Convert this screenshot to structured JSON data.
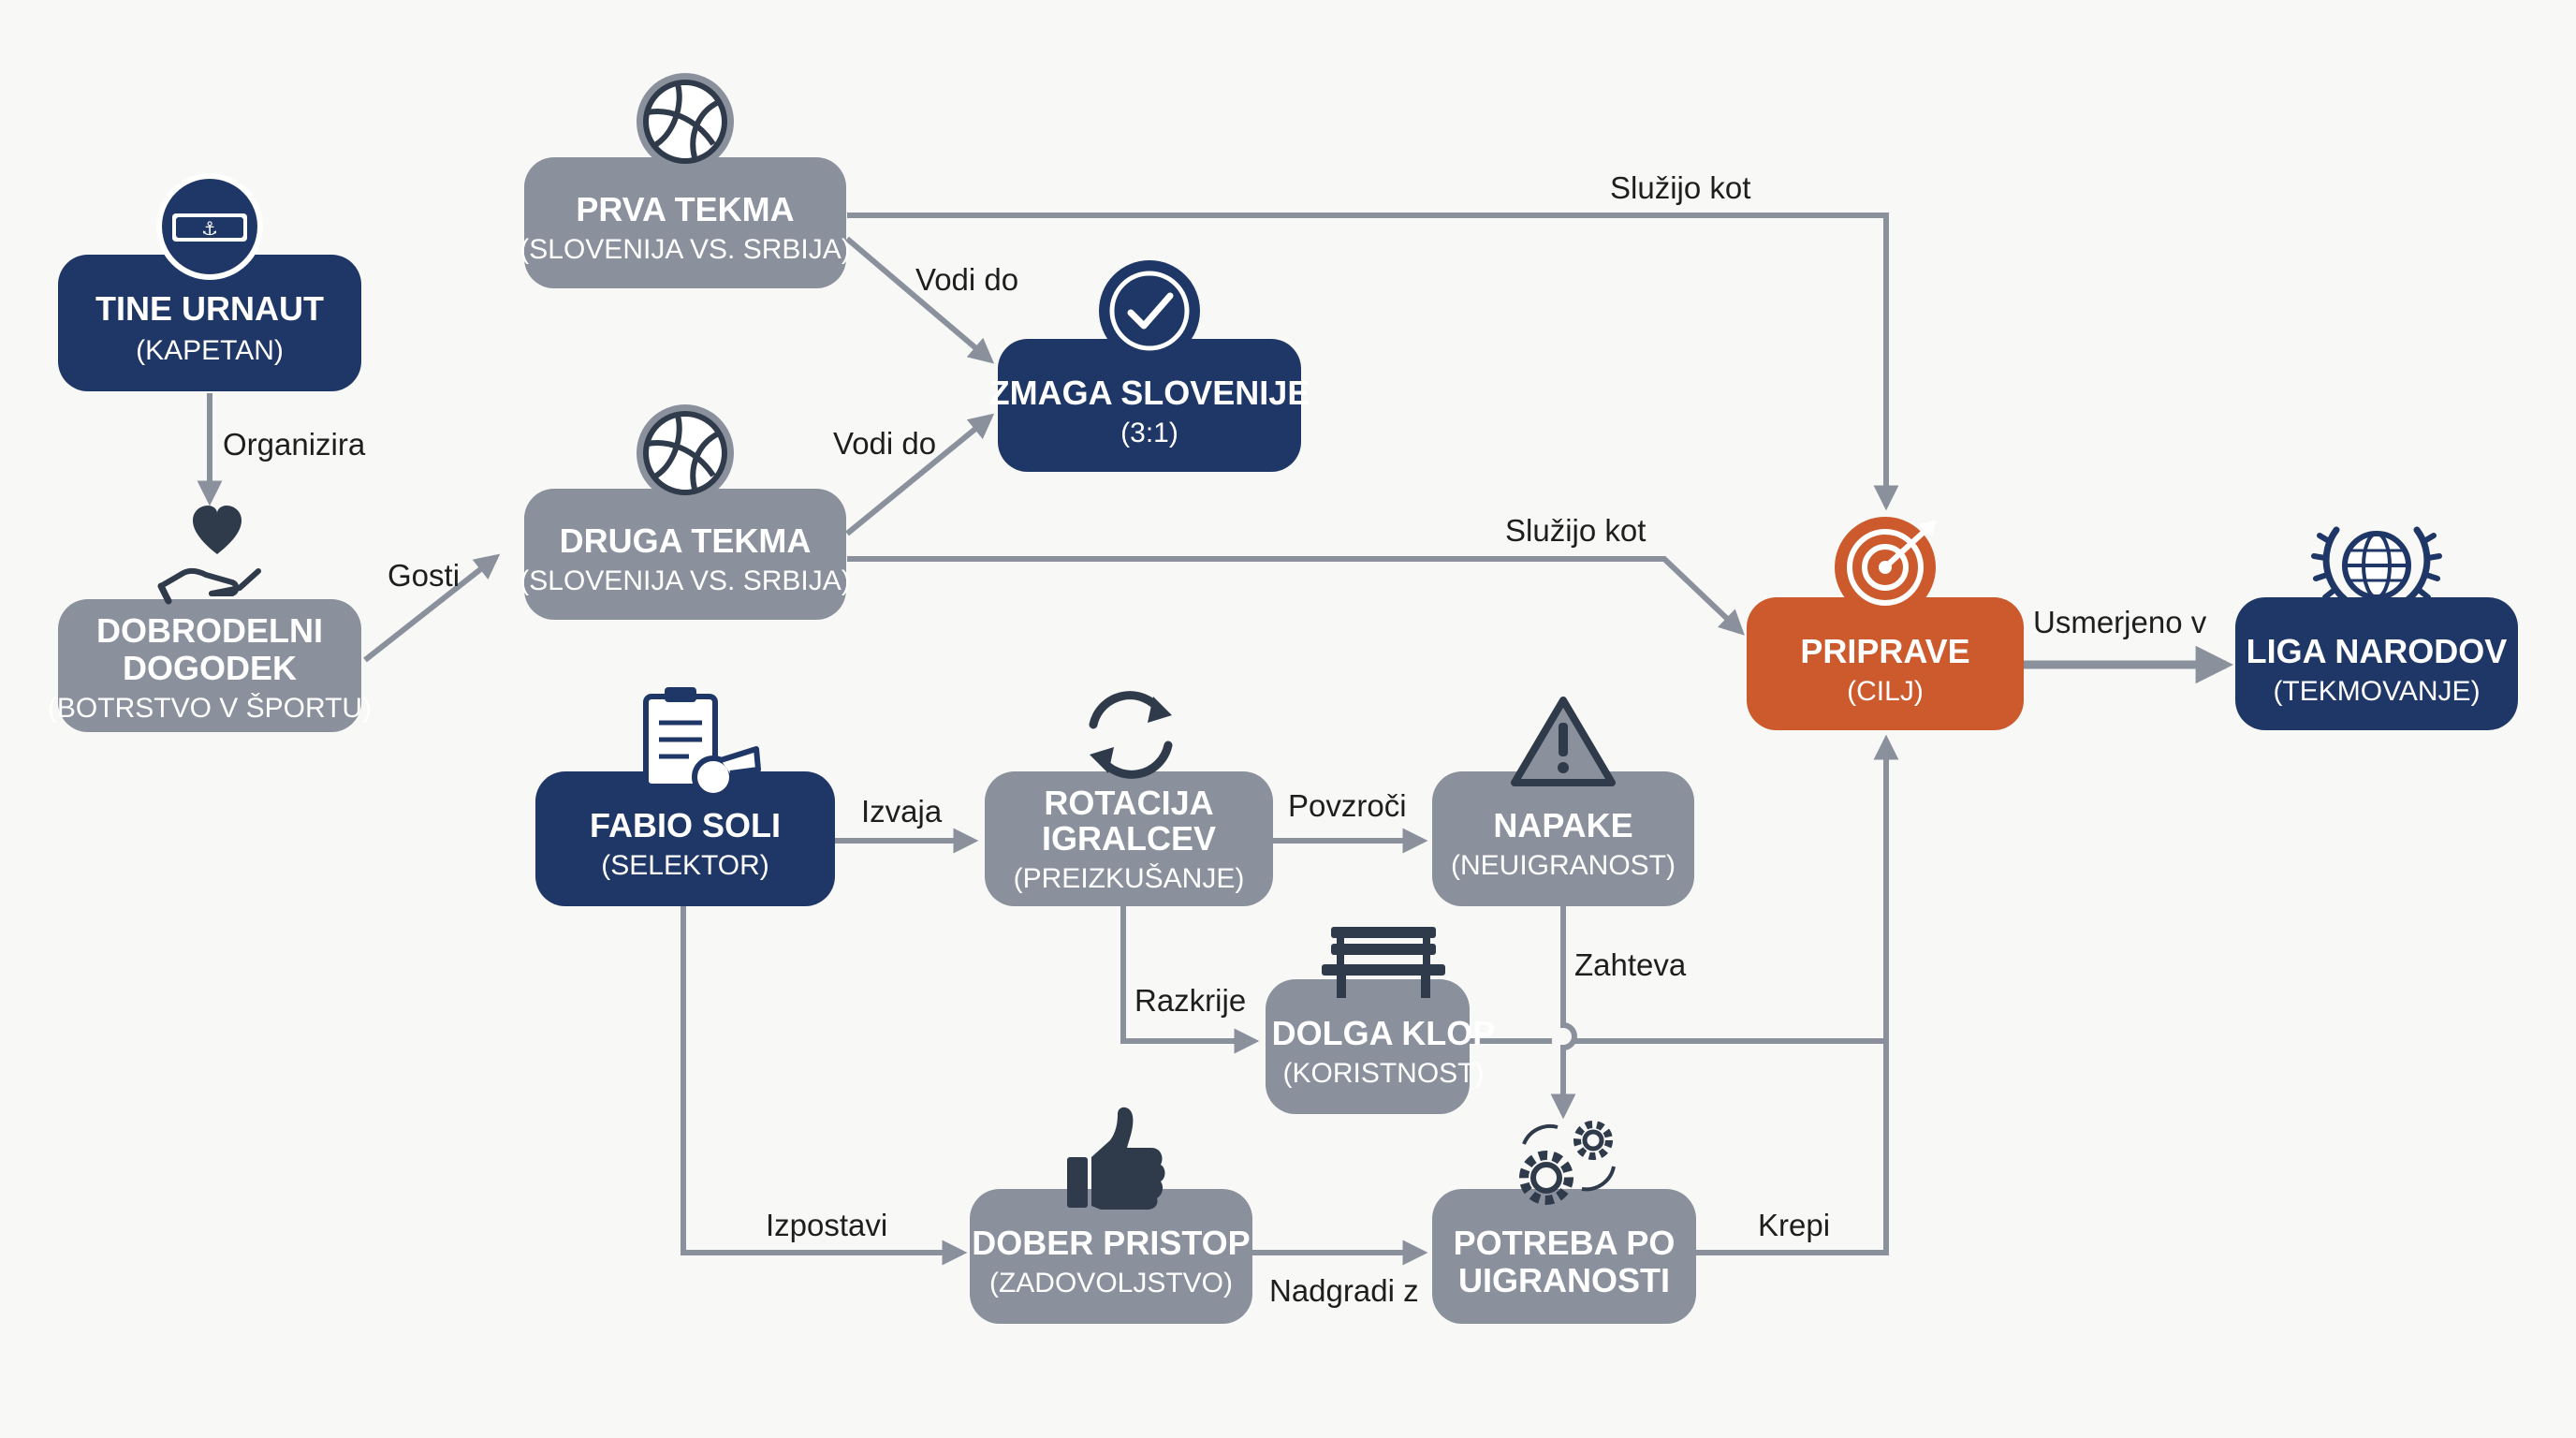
{
  "colors": {
    "navy": "#1f3767",
    "gray": "#8a919c",
    "orange": "#cc5a2c",
    "edge": "#8a919c",
    "icon": "#2f3a4a"
  },
  "nodes": {
    "tine": {
      "title": "TINE URNAUT",
      "subtitle": "(KAPETAN)",
      "icon": "captain-armband-icon"
    },
    "dobrodelni": {
      "title_line1": "DOBRODELNI",
      "title_line2": "DOGODEK",
      "subtitle": "(BOTRSTVO V ŠPORTU)",
      "icon": "heart-hand-icon"
    },
    "prva": {
      "title": "PRVA TEKMA",
      "subtitle": "(SLOVENIJA VS. SRBIJA)",
      "icon": "volleyball-icon"
    },
    "druga": {
      "title": "DRUGA TEKMA",
      "subtitle": "(SLOVENIJA VS. SRBIJA)",
      "icon": "volleyball-icon"
    },
    "zmaga": {
      "title": "ZMAGA SLOVENIJE",
      "subtitle": "(3:1)",
      "icon": "checkmark-icon"
    },
    "pripravе": {
      "title": "PRIPRAVE",
      "subtitle": "(CILJ)",
      "icon": "target-icon"
    },
    "liga": {
      "title": "LIGA NARODOV",
      "subtitle": "(TEKMOVANJE)",
      "icon": "globe-laurel-icon"
    },
    "fabio": {
      "title": "FABIO SOLI",
      "subtitle": "(SELEKTOR)",
      "icon": "clipboard-whistle-icon"
    },
    "rotacija": {
      "title_line1": "ROTACIJA",
      "title_line2": "IGRALCEV",
      "subtitle": "(PREIZKUŠANJE)",
      "icon": "rotation-arrows-icon"
    },
    "napake": {
      "title": "NAPAKE",
      "subtitle": "(NEUIGRANOST)",
      "icon": "warning-icon"
    },
    "klop": {
      "title": "DOLGA KLOP",
      "subtitle": "(KORISTNOST)",
      "icon": "bench-icon"
    },
    "pristop": {
      "title": "DOBER PRISTOP",
      "subtitle": "(ZADOVOLJSTVO)",
      "icon": "thumbs-up-icon"
    },
    "potreba": {
      "title_line1": "POTREBA PO",
      "title_line2": "UIGRANOSTI",
      "icon": "gears-icon"
    }
  },
  "edges": {
    "organizira": "Organizira",
    "gosti": "Gosti",
    "vodi_do_1": "Vodi do",
    "vodi_do_2": "Vodi do",
    "sluzijo_kot_1": "Služijo kot",
    "sluzijo_kot_2": "Služijo kot",
    "usmerjeno_v": "Usmerjeno v",
    "izvaja": "Izvaja",
    "povzroci": "Povzroči",
    "razkrije": "Razkrije",
    "zahteva": "Zahteva",
    "izpostavi": "Izpostavi",
    "nadgradi_z": "Nadgradi z",
    "krepi": "Krepi"
  }
}
